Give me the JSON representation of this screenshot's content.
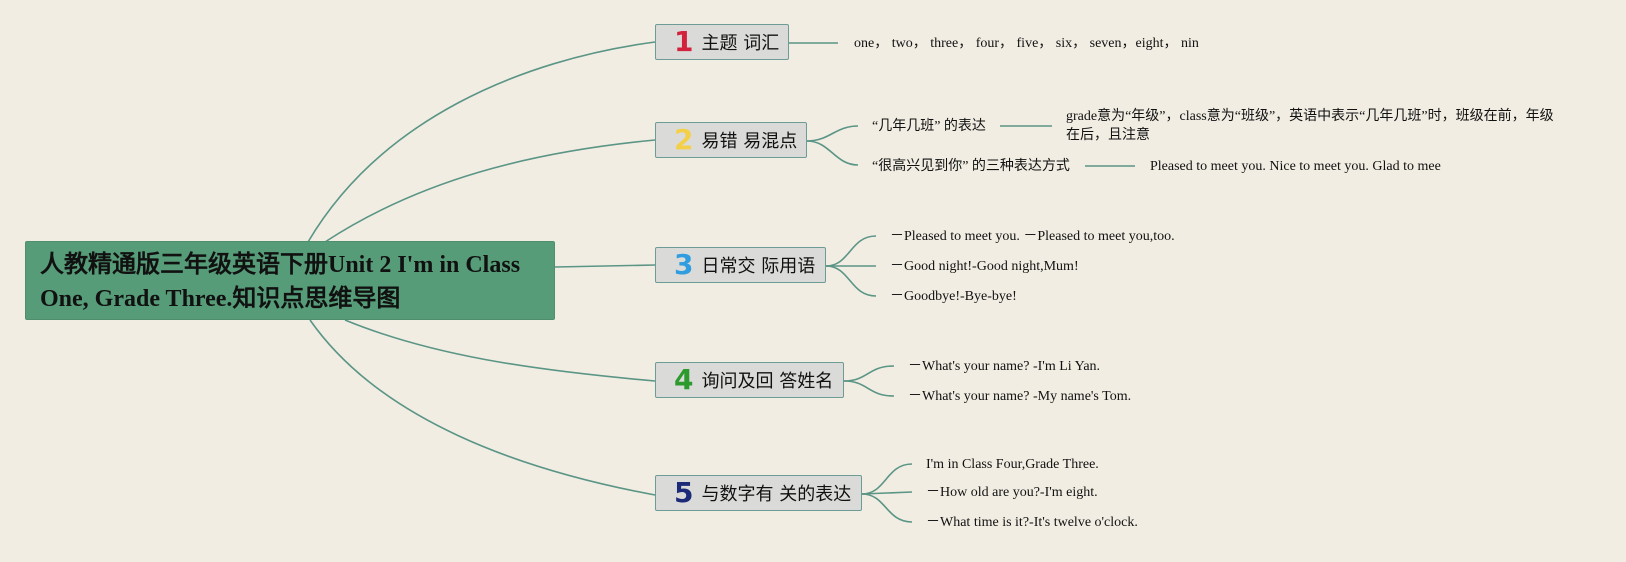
{
  "root": {
    "title": "人教精通版三年级英语下册Unit 2 I'm in Class One, Grade Three.知识点思维导图"
  },
  "colors": {
    "background": "#f1ede3",
    "root_fill": "#569c78",
    "branch_fill": "#dadbd9",
    "connector": "#5a9585",
    "num1": "#d2223e",
    "num2": "#f4d04a",
    "num3": "#2f9de0",
    "num4": "#2c9a2c",
    "num5": "#1d2a78"
  },
  "branches": [
    {
      "num": "1",
      "label": "主题 词汇",
      "leaves": [
        "one， two， three， four， five， six， seven，eight， nin"
      ]
    },
    {
      "num": "2",
      "label": "易错 易混点",
      "subs": [
        {
          "label": "“几年几班” 的表达",
          "detail": "grade意为“年级”，class意为“班级”，英语中表示“几年几班”时，班级在前，年级在后，且注意"
        },
        {
          "label": "“很高兴见到你” 的三种表达方式",
          "detail": "Pleased to meet you. Nice to meet you. Glad to mee"
        }
      ]
    },
    {
      "num": "3",
      "label": "日常交 际用语",
      "leaves": [
        "－Pleased to meet you. －Pleased to meet you,too.",
        "－Good night!-Good night,Mum!",
        "－Goodbye!-Bye-bye!"
      ]
    },
    {
      "num": "4",
      "label": "询问及回 答姓名",
      "leaves": [
        "－What's your name? -I'm Li Yan.",
        "－What's your name? -My name's Tom."
      ]
    },
    {
      "num": "5",
      "label": "与数字有 关的表达",
      "leaves": [
        "I'm in Class Four,Grade Three.",
        "－How old are you?-I'm eight.",
        "－What time is it?-It's twelve o'clock."
      ]
    }
  ]
}
